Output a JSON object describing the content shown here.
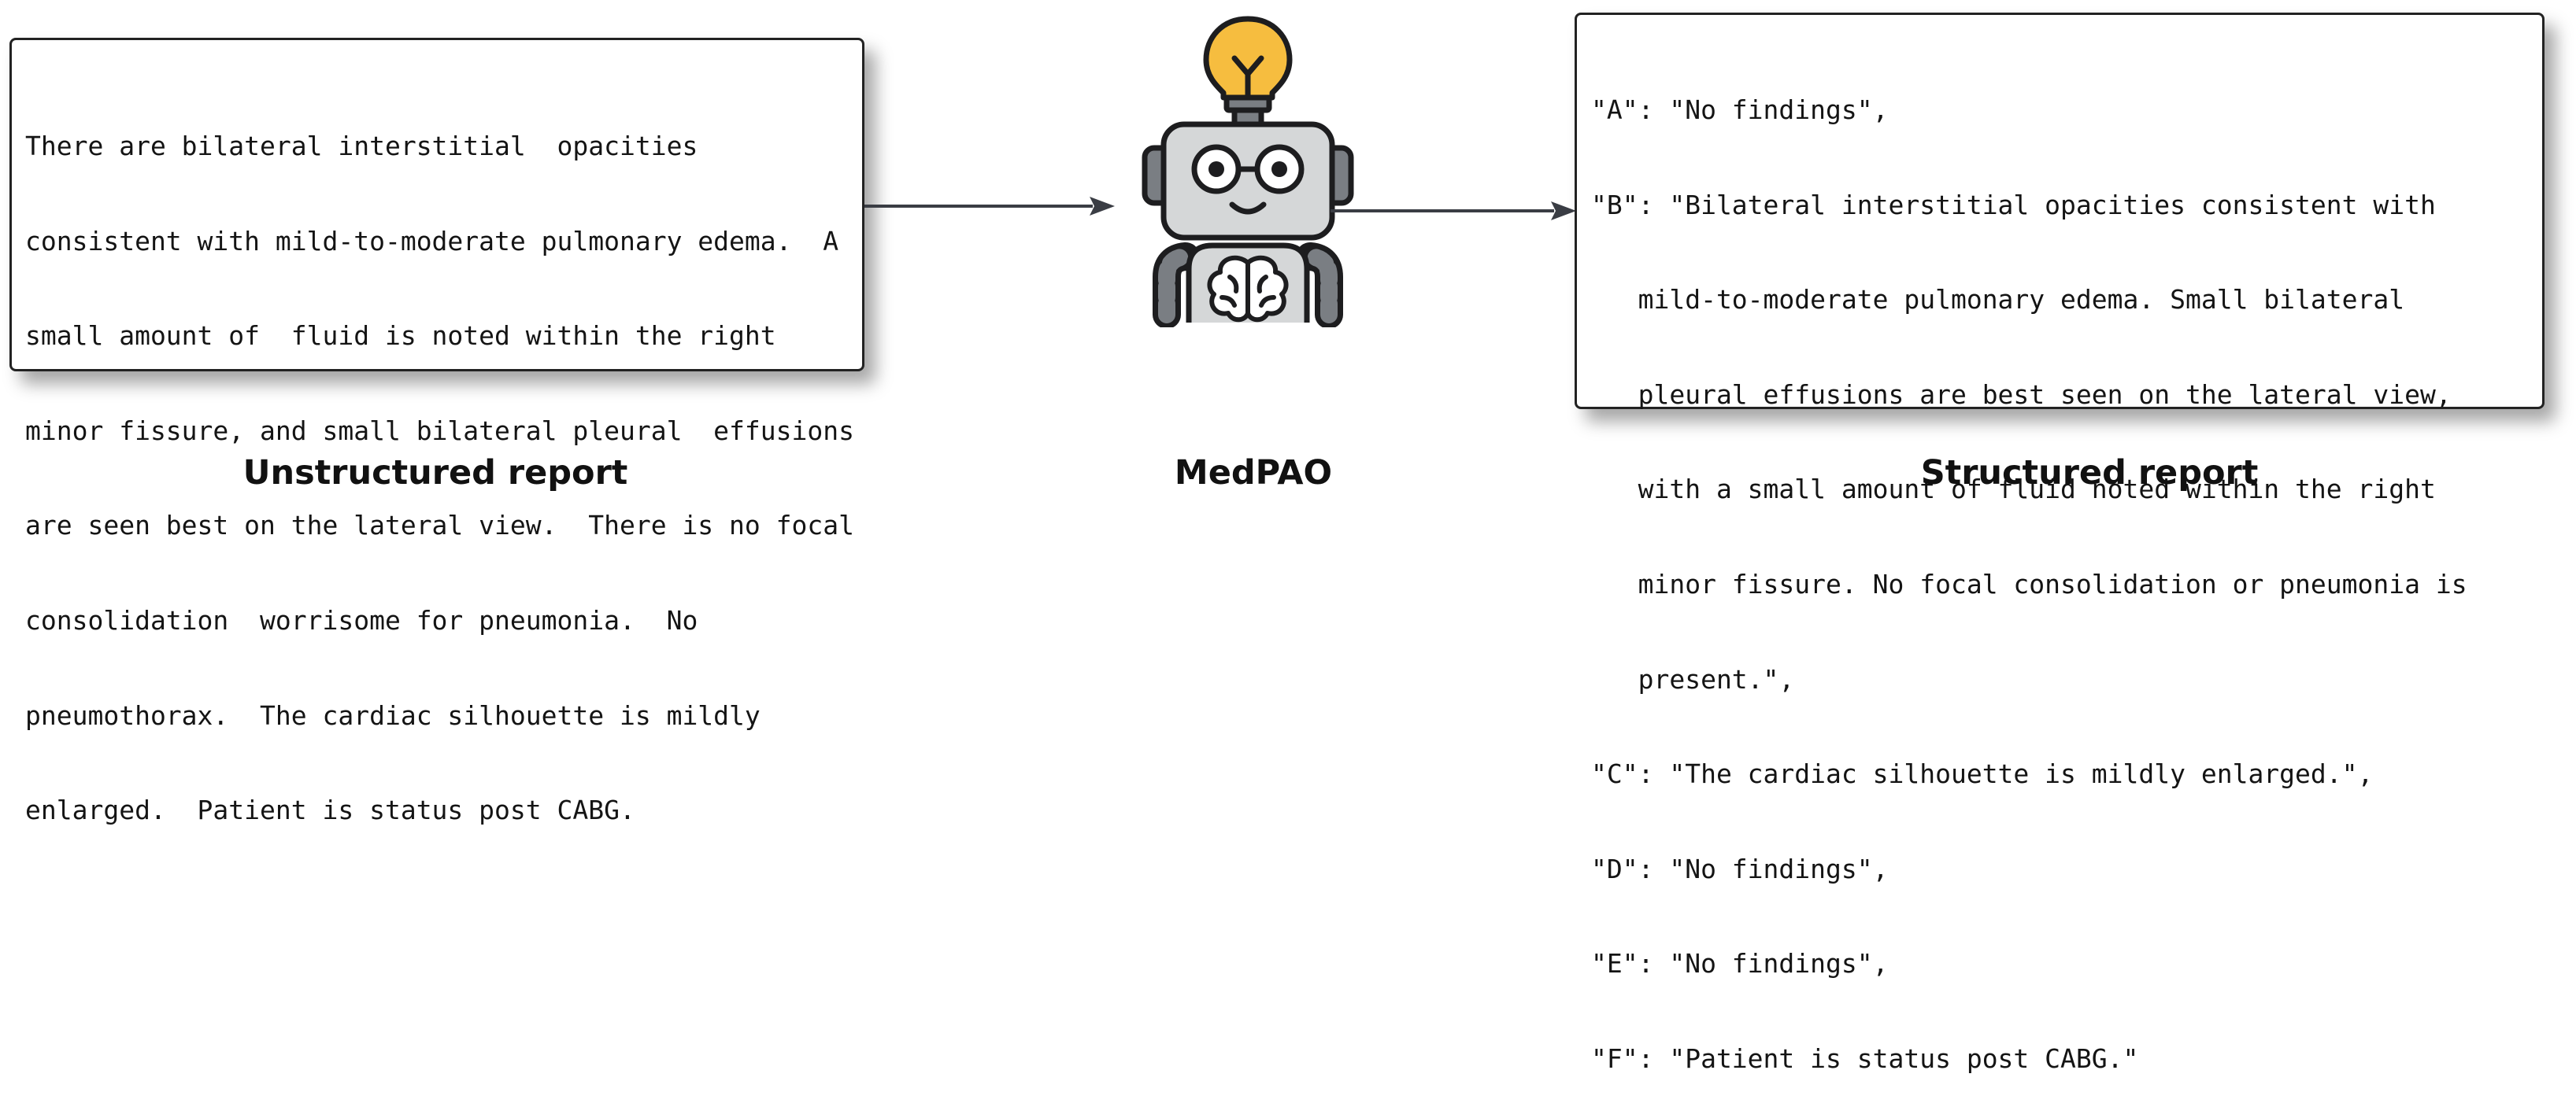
{
  "unstructured_report": {
    "lines": [
      "There are bilateral interstitial  opacities",
      "consistent with mild-to-moderate pulmonary edema.  A",
      "small amount of  fluid is noted within the right",
      "minor fissure, and small bilateral pleural  effusions",
      "are seen best on the lateral view.  There is no focal",
      "consolidation  worrisome for pneumonia.  No",
      "pneumothorax.  The cardiac silhouette is mildly",
      "enlarged.  Patient is status post CABG."
    ],
    "label": "Unstructured report"
  },
  "model": {
    "label": "MedPAO",
    "icon": "robot-with-lightbulb-and-brain-icon"
  },
  "structured_report": {
    "lines": [
      "\"A\": \"No findings\",",
      "\"B\": \"Bilateral interstitial opacities consistent with",
      "   mild-to-moderate pulmonary edema. Small bilateral",
      "   pleural effusions are best seen on the lateral view,",
      "   with a small amount of fluid noted within the right",
      "   minor fissure. No focal consolidation or pneumonia is",
      "   present.\",",
      "\"C\": \"The cardiac silhouette is mildly enlarged.\",",
      "\"D\": \"No findings\",",
      "\"E\": \"No findings\",",
      "\"F\": \"Patient is status post CABG.\""
    ],
    "label": "Structured report"
  },
  "colors": {
    "arrow": "#3a3d44",
    "bulb": "#f6bd3f",
    "robot_body": "#d5d7d8",
    "robot_grey": "#7a7e83",
    "outline": "#1d1d1f"
  }
}
